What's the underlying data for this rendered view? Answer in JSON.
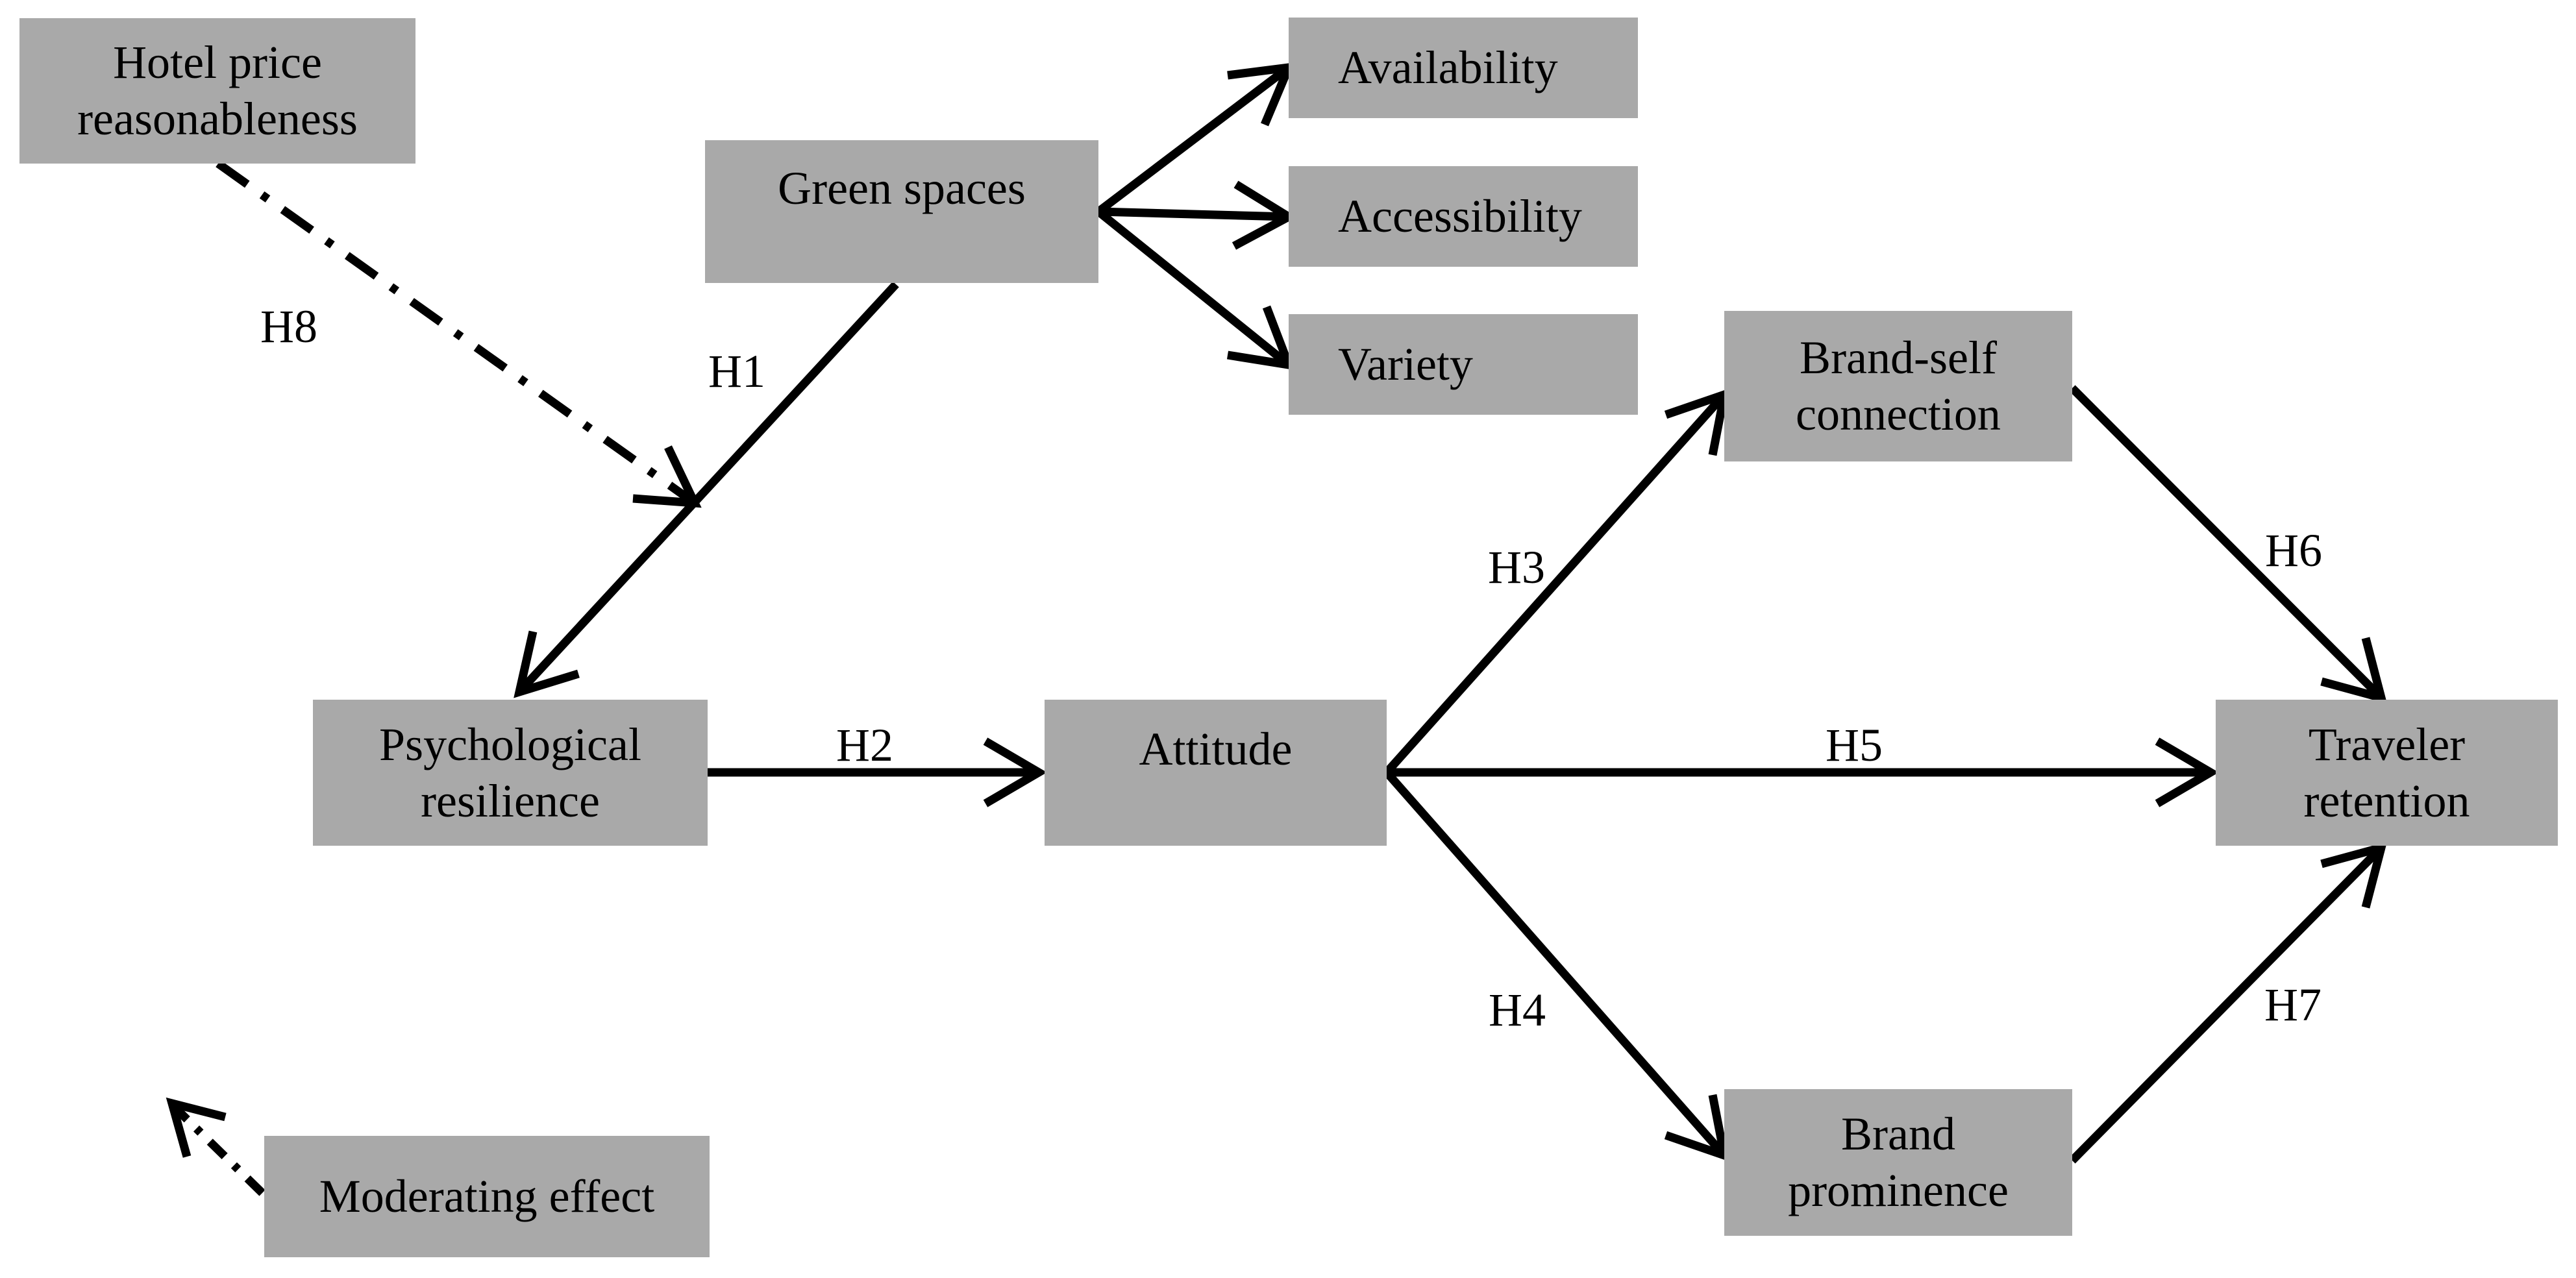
{
  "colors": {
    "background": "#ffffff",
    "box_fill": "#a9a9a9",
    "text": "#000000",
    "arrow": "#000000"
  },
  "nodes": {
    "hotel_price": {
      "lines": [
        "Hotel price",
        "reasonableness"
      ]
    },
    "green_spaces": {
      "label": "Green spaces"
    },
    "availability": {
      "label": "Availability"
    },
    "accessibility": {
      "label": "Accessibility"
    },
    "variety": {
      "label": "Variety"
    },
    "brand_self_connection": {
      "lines": [
        "Brand-self",
        "connection"
      ]
    },
    "psychological_resilience": {
      "lines": [
        "Psychological",
        "resilience"
      ]
    },
    "attitude": {
      "label": "Attitude"
    },
    "traveler_retention": {
      "lines": [
        "Traveler",
        "retention"
      ]
    },
    "brand_prominence": {
      "lines": [
        "Brand",
        "prominence"
      ]
    },
    "legend": {
      "label": "Moderating effect"
    }
  },
  "hypothesis_labels": {
    "h1": "H1",
    "h2": "H2",
    "h3": "H3",
    "h4": "H4",
    "h5": "H5",
    "h6": "H6",
    "h7": "H7",
    "h8": "H8"
  },
  "edges": [
    {
      "label": "H1",
      "from": "Green spaces",
      "to": "Psychological resilience",
      "style": "solid"
    },
    {
      "label": "H2",
      "from": "Psychological resilience",
      "to": "Attitude",
      "style": "solid"
    },
    {
      "label": "H3",
      "from": "Attitude",
      "to": "Brand-self connection",
      "style": "solid"
    },
    {
      "label": "H4",
      "from": "Attitude",
      "to": "Brand prominence",
      "style": "solid"
    },
    {
      "label": "H5",
      "from": "Attitude",
      "to": "Traveler retention",
      "style": "solid"
    },
    {
      "label": "H6",
      "from": "Brand-self connection",
      "to": "Traveler retention",
      "style": "solid"
    },
    {
      "label": "H7",
      "from": "Brand prominence",
      "to": "Traveler retention",
      "style": "solid"
    },
    {
      "label": "H8",
      "from": "Hotel price reasonableness",
      "to": "H1 path (moderating effect)",
      "style": "dash-dot"
    },
    {
      "label": "",
      "from": "Green spaces",
      "to": "Availability",
      "style": "solid"
    },
    {
      "label": "",
      "from": "Green spaces",
      "to": "Accessibility",
      "style": "solid"
    },
    {
      "label": "",
      "from": "Green spaces",
      "to": "Variety",
      "style": "solid"
    },
    {
      "label": "",
      "from": "Moderating effect (legend)",
      "to": "",
      "style": "dash-dot"
    }
  ]
}
